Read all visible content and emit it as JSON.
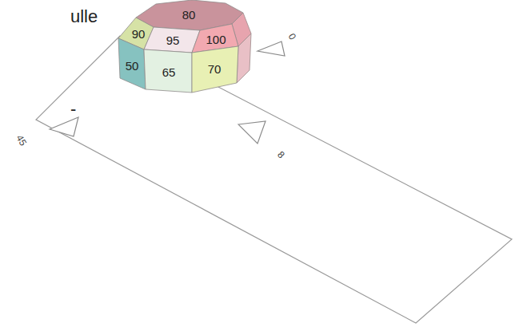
{
  "diagram": {
    "nodes": [
      {
        "text": [
          "80"
        ]
      },
      {
        "text": [
          "90"
        ]
      },
      {
        "text": [
          "95"
        ]
      },
      {
        "text": [
          "100"
        ]
      },
      {
        "text": [
          "50"
        ]
      },
      {
        "text": [
          "65"
        ]
      },
      {
        "text": [
          "70"
        ]
      }
    ],
    "labels": [
      "ulle",
      "-",
      "0",
      "45",
      "8"
    ]
  }
}
